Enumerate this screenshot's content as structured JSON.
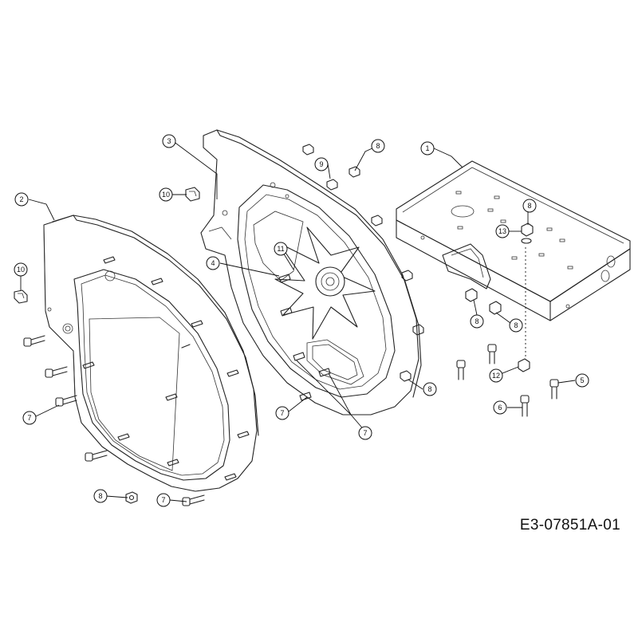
{
  "drawing_number": "E3-07851A-01",
  "highlight_color": "#f2e14b",
  "callouts": [
    {
      "id": "c1",
      "label": "1"
    },
    {
      "id": "c2",
      "label": "2"
    },
    {
      "id": "c3",
      "label": "3",
      "highlight": true
    },
    {
      "id": "c4",
      "label": "4"
    },
    {
      "id": "c5",
      "label": "5"
    },
    {
      "id": "c6",
      "label": "6"
    },
    {
      "id": "c7a",
      "label": "7"
    },
    {
      "id": "c7b",
      "label": "7"
    },
    {
      "id": "c7c",
      "label": "7"
    },
    {
      "id": "c7d",
      "label": "7"
    },
    {
      "id": "c8a",
      "label": "8"
    },
    {
      "id": "c8b",
      "label": "8"
    },
    {
      "id": "c8c",
      "label": "8"
    },
    {
      "id": "c8d",
      "label": "8"
    },
    {
      "id": "c8e",
      "label": "8"
    },
    {
      "id": "c8f",
      "label": "8"
    },
    {
      "id": "c9",
      "label": "9"
    },
    {
      "id": "c10a",
      "label": "10"
    },
    {
      "id": "c10b",
      "label": "10"
    },
    {
      "id": "c11",
      "label": "11"
    },
    {
      "id": "c12",
      "label": "12"
    },
    {
      "id": "c13",
      "label": "13"
    }
  ]
}
